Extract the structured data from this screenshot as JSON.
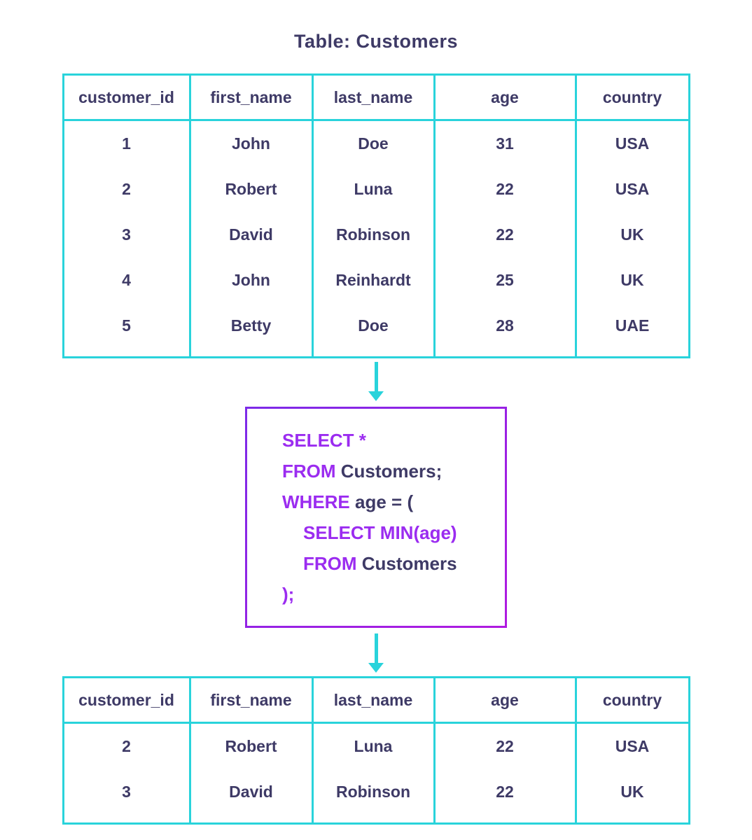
{
  "title": "Table: Customers",
  "colors": {
    "table_border": "#29d3db",
    "text": "#3e3a66",
    "keyword": "#9b2cf0",
    "code_box_border_start": "#7c2ae8",
    "code_box_border_end": "#b01ae0"
  },
  "table1": {
    "headers": [
      "customer_id",
      "first_name",
      "last_name",
      "age",
      "country"
    ],
    "rows": [
      [
        "1",
        "John",
        "Doe",
        "31",
        "USA"
      ],
      [
        "2",
        "Robert",
        "Luna",
        "22",
        "USA"
      ],
      [
        "3",
        "David",
        "Robinson",
        "22",
        "UK"
      ],
      [
        "4",
        "John",
        "Reinhardt",
        "25",
        "UK"
      ],
      [
        "5",
        "Betty",
        "Doe",
        "28",
        "UAE"
      ]
    ]
  },
  "sql": {
    "line1": {
      "kw": "SELECT *",
      "rest": ""
    },
    "line2": {
      "kw": "FROM",
      "rest": " Customers;"
    },
    "line3": {
      "kw": "WHERE",
      "rest": " age = ("
    },
    "line4": {
      "kw": "SELECT MIN(age)",
      "rest": ""
    },
    "line5": {
      "kw": "FROM",
      "rest": " Customers"
    },
    "line6": {
      "kw": ");",
      "rest": ""
    }
  },
  "result": {
    "headers": [
      "customer_id",
      "first_name",
      "last_name",
      "age",
      "country"
    ],
    "rows": [
      [
        "2",
        "Robert",
        "Luna",
        "22",
        "USA"
      ],
      [
        "3",
        "David",
        "Robinson",
        "22",
        "UK"
      ]
    ]
  }
}
